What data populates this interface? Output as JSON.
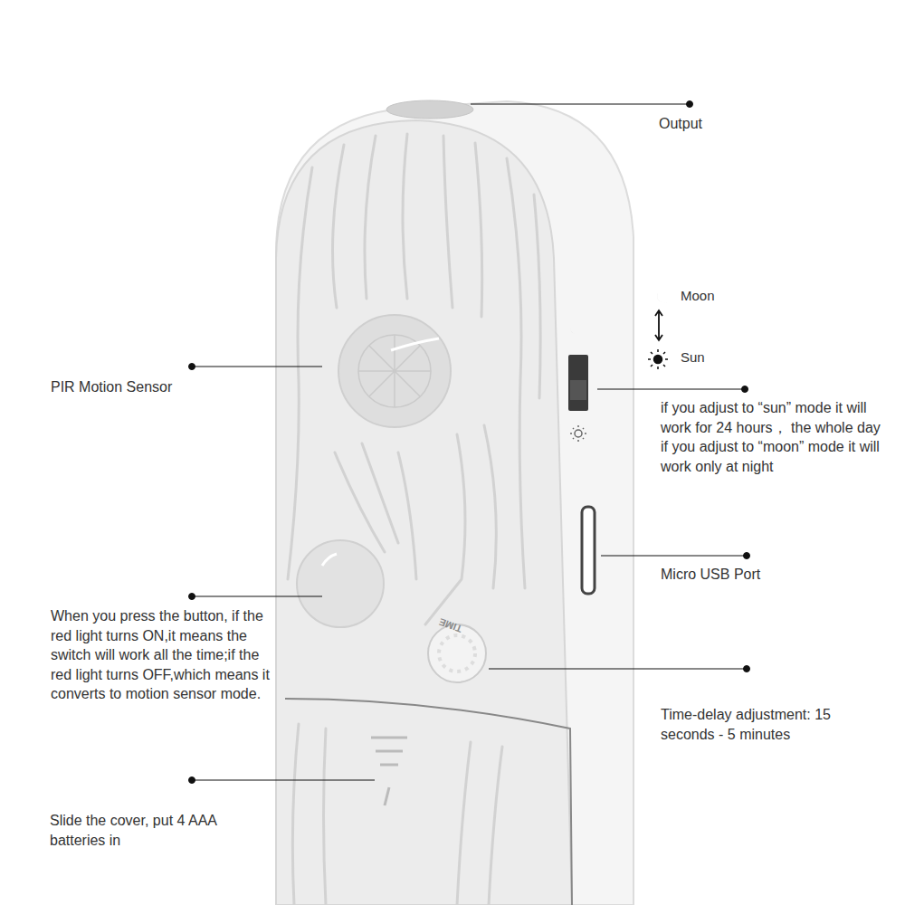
{
  "diagram": {
    "labels": [
      "Output",
      "Moon",
      "Sun",
      "if you adjust to “sun” mode it will work for 24 hours， the whole day if you adjust to “moon” mode it will work only at night",
      "PIR Motion Sensor",
      "Micro USB Port",
      "When you press the button, if the red light turns ON,it means the switch will work all the time;if the red light turns OFF,which means it converts to motion sensor mode.",
      "Time-delay adjustment: 15 seconds - 5 minutes",
      "Slide the cover, put 4 AAA batteries in",
      "TIME"
    ]
  }
}
